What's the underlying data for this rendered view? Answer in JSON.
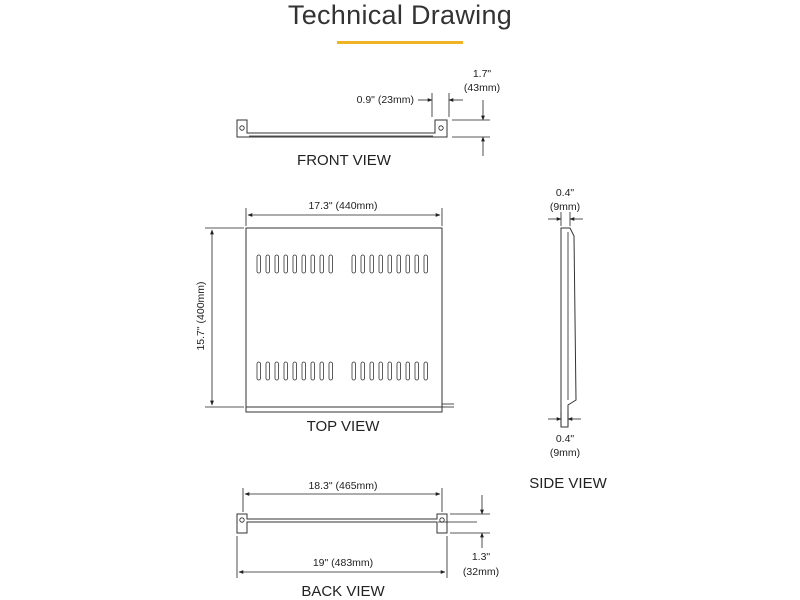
{
  "header": {
    "title": "Technical Drawing",
    "accent_color": "#f0b323"
  },
  "front_view": {
    "label": "FRONT VIEW",
    "depth_dim": "0.9\" (23mm)",
    "height_dim_in": "1.7\"",
    "height_dim_mm": "(43mm)"
  },
  "top_view": {
    "label": "TOP VIEW",
    "width_dim": "17.3\" (440mm)",
    "depth_dim": "15.7\" (400mm)"
  },
  "side_view": {
    "label": "SIDE VIEW",
    "top_dim_in": "0.4\"",
    "top_dim_mm": "(9mm)",
    "bottom_dim_in": "0.4\"",
    "bottom_dim_mm": "(9mm)"
  },
  "back_view": {
    "label": "BACK VIEW",
    "inner_width_dim": "18.3\" (465mm)",
    "outer_width_dim": "19\" (483mm)",
    "height_dim_in": "1.3\"",
    "height_dim_mm": "(32mm)"
  }
}
